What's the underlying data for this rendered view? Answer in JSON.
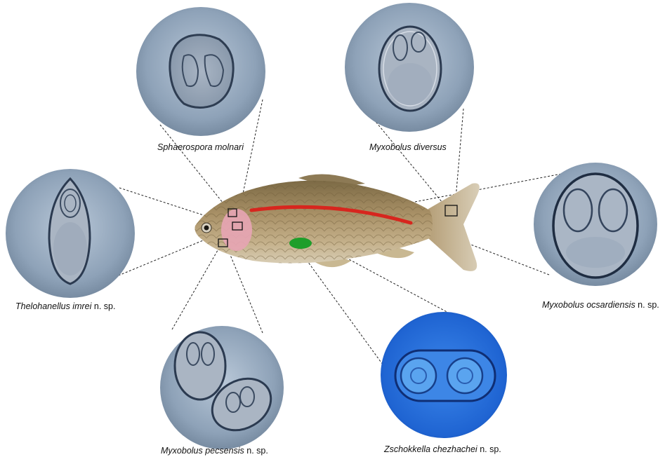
{
  "labels": {
    "sphaerospora": {
      "species": "Sphaerospora molnari",
      "suffix": ""
    },
    "diversus": {
      "species": "Myxobolus diversus",
      "suffix": ""
    },
    "thelohanellus": {
      "species": "Thelohanellus imrei",
      "suffix": " n. sp."
    },
    "ocsardiensis": {
      "species": "Myxobolus ocsardiensis",
      "suffix": " n. sp."
    },
    "pecsensis": {
      "species": "Myxobolus pecsensis",
      "suffix": " n. sp."
    },
    "zschokkella": {
      "species": "Zschokkella chezhachei",
      "suffix": " n. sp."
    }
  },
  "colors": {
    "micrograph_bg": "#8fa3b9",
    "zschokkella_bg": "#1e63d0",
    "fish_body": "#a8905f",
    "gill_pink": "#e6a5b3",
    "lateral_line_red": "#d7261e",
    "gallbladder_green": "#1e9e2a"
  }
}
